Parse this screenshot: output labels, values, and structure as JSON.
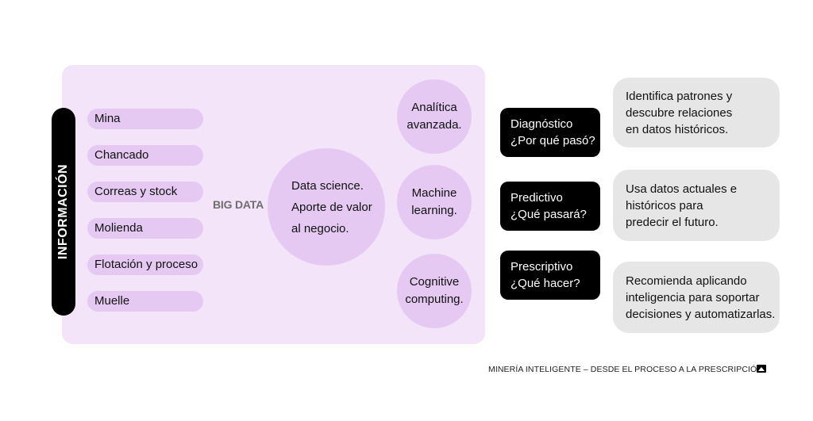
{
  "side_label": "INFORMACIÓN",
  "sources": [
    "Mina",
    "Chancado",
    "Correas y stock",
    "Molienda",
    "Flotación y proceso",
    "Muelle"
  ],
  "big_data_label": "BIG DATA",
  "central": [
    "Data science.",
    "Aporte de valor",
    "al negocio."
  ],
  "techs": [
    [
      "Analítica",
      "avanzada."
    ],
    [
      "Machine",
      "learning."
    ],
    [
      "Cognitive",
      "computing."
    ]
  ],
  "analytics": [
    {
      "title": [
        "Diagnóstico",
        "¿Por qué pasó?"
      ],
      "desc": [
        "Identifica patrones y",
        "descubre relaciones",
        "en datos históricos."
      ]
    },
    {
      "title": [
        "Predictivo",
        "¿Qué pasará?"
      ],
      "desc": [
        "Usa datos actuales e",
        "históricos para",
        "predecir el futuro."
      ]
    },
    {
      "title": [
        "Prescriptivo",
        "¿Qué hacer?"
      ],
      "desc": [
        "Recomienda aplicando",
        "inteligencia para soportar",
        "decisiones y automatizarlas."
      ]
    }
  ],
  "footer": "MINERÍA INTELIGENTE – DESDE EL PROCESO A LA PRESCRIPCIÓN.",
  "colors": {
    "panel": "#f3e4f9",
    "pill": "#e5c9f2",
    "dark": "#000000",
    "grey": "#e6e6e6"
  }
}
